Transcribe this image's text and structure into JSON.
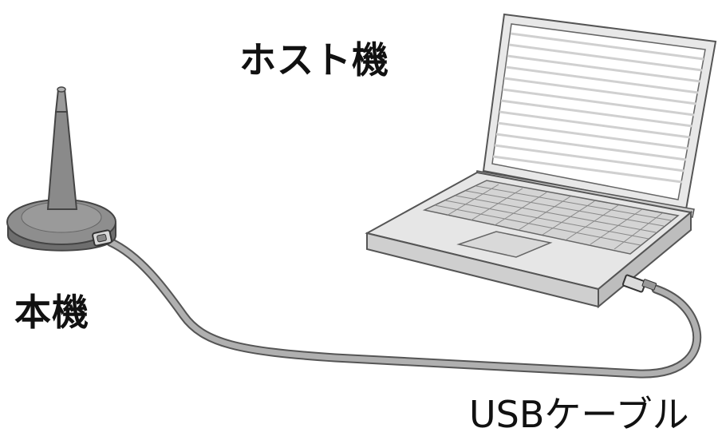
{
  "labels": {
    "host": "ホスト機",
    "device": "本機",
    "cable": "USBケーブル"
  },
  "illustrations": {
    "device": "antenna-receiver-device",
    "host": "laptop-computer",
    "cable": "usb-cable"
  },
  "colors": {
    "background": "#ffffff",
    "outline": "#555555",
    "device_fill": "#8e8e8e",
    "laptop_body": "#e6e6e6",
    "screen": "#ffffff",
    "screen_lines": "#d2d2d2",
    "cable": "#a8a8a8"
  }
}
